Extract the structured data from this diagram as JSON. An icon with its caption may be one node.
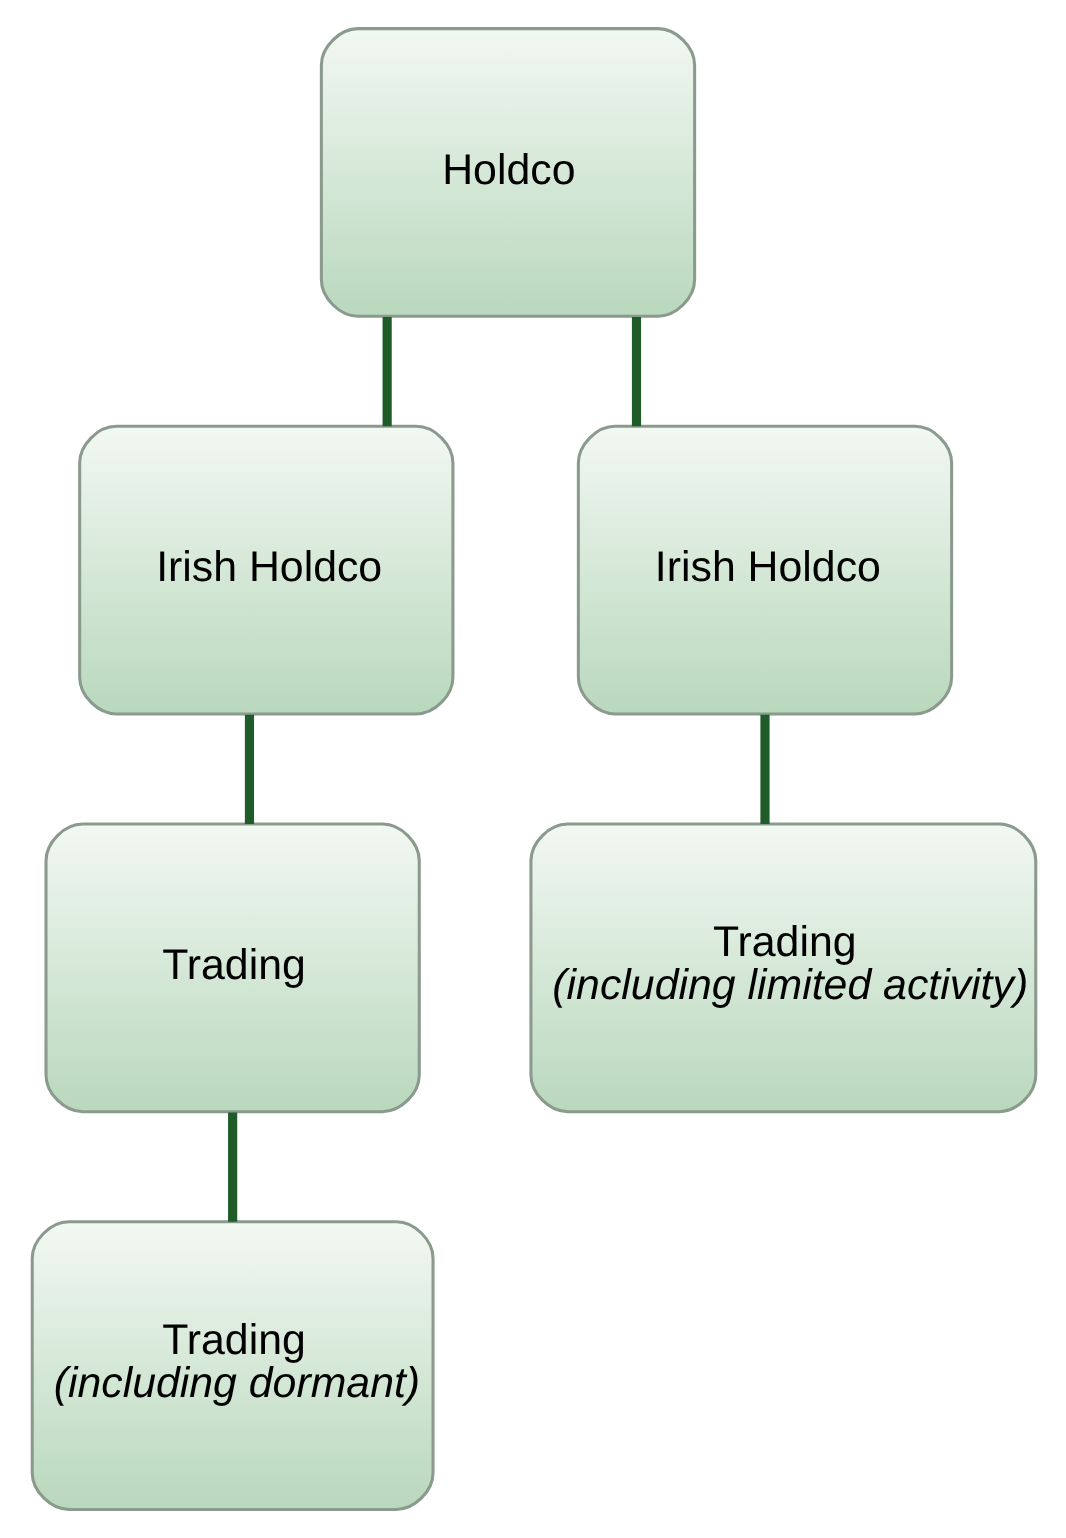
{
  "diagram": {
    "nodes": [
      {
        "text": [
          "Holdco"
        ]
      },
      {
        "text": [
          "Irish Holdco"
        ]
      },
      {
        "text": [
          "Irish Holdco"
        ]
      },
      {
        "text": [
          "Trading"
        ]
      },
      {
        "text": [
          "Trading",
          "(including limited activity)"
        ]
      },
      {
        "text": [
          "Trading",
          "(including dormant)"
        ]
      }
    ],
    "edges": [
      {
        "from": 0,
        "to": 1,
        "arrow": "none"
      },
      {
        "from": 0,
        "to": 2,
        "arrow": "none"
      },
      {
        "from": 1,
        "to": 3,
        "arrow": "none"
      },
      {
        "from": 2,
        "to": 4,
        "arrow": "none"
      },
      {
        "from": 3,
        "to": 5,
        "arrow": "none"
      }
    ]
  }
}
